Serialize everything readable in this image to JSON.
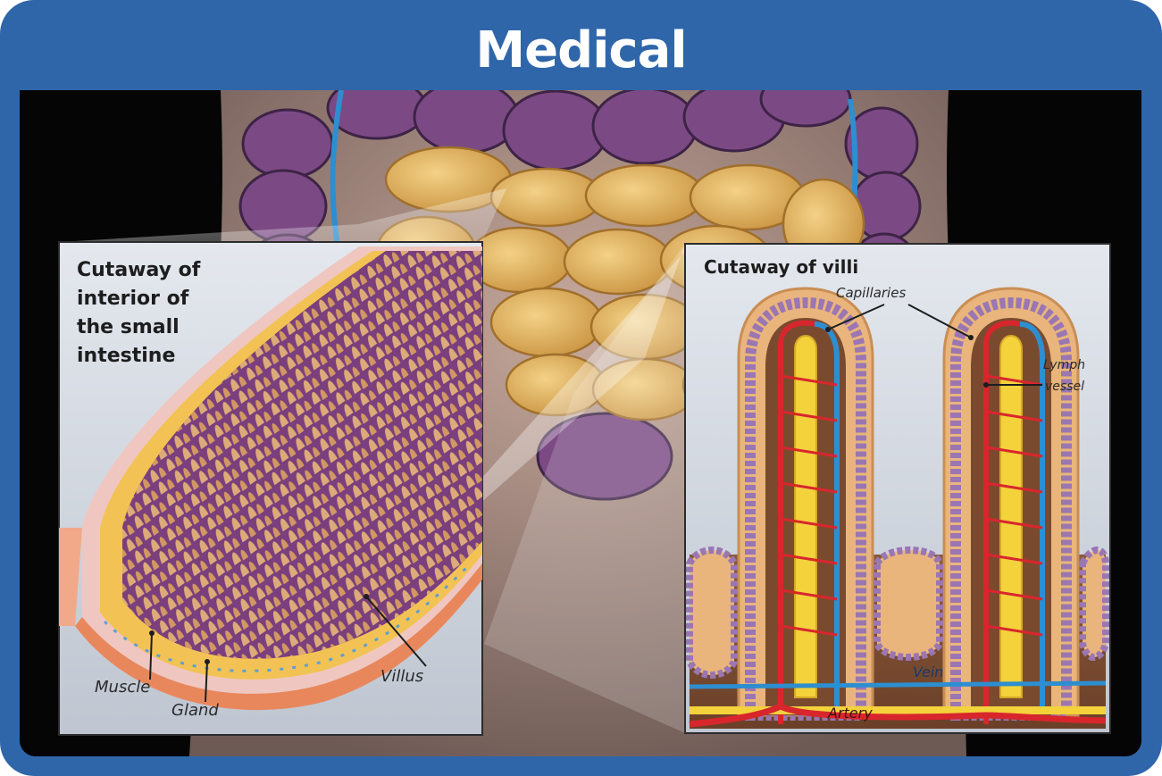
{
  "header": {
    "title": "Medical"
  },
  "panels": {
    "interior": {
      "title_lines": [
        "Cutaway of",
        "interior of",
        "the small",
        "intestine"
      ],
      "labels": {
        "muscle": "Muscle",
        "gland": "Gland",
        "villus": "Villus"
      }
    },
    "villi": {
      "title": "Cutaway of villi",
      "labels": {
        "capillaries": "Capillaries",
        "lymph_line1": "Lymph",
        "lymph_line2": "vessel",
        "vein": "Vein",
        "artery": "Artery"
      }
    }
  },
  "colors": {
    "frame": "#2f66a9",
    "colon": "#7b4a84",
    "small_intestine": "#e0b55c",
    "artery": "#d8262d",
    "vein": "#2d8ed0",
    "lymph": "#f3d23c",
    "epithelium": "#9a76b3"
  }
}
